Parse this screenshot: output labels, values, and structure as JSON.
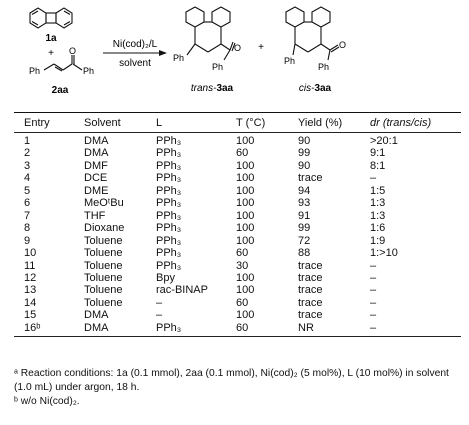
{
  "scheme": {
    "reactant1_label": "1a",
    "reactant2_label": "2aa",
    "plus_sign": "+",
    "catalyst_label": "Ni(cod)₂/L",
    "solvent_label": "solvent",
    "product_plus": "+",
    "trans_prefix": "trans-",
    "trans_label": "3aa",
    "cis_prefix": "cis-",
    "cis_label": "3aa",
    "ph": "Ph",
    "o": "O"
  },
  "table": {
    "headers": [
      "Entry",
      "Solvent",
      "L",
      "T (°C)",
      "Yield (%)",
      "dr (trans/cis)"
    ],
    "rows": [
      [
        "1",
        "DMA",
        "PPh₃",
        "100",
        "90",
        ">20:1"
      ],
      [
        "2",
        "DMA",
        "PPh₃",
        "60",
        "99",
        "9:1"
      ],
      [
        "3",
        "DMF",
        "PPh₃",
        "100",
        "90",
        "8:1"
      ],
      [
        "4",
        "DCE",
        "PPh₃",
        "100",
        "trace",
        "–"
      ],
      [
        "5",
        "DME",
        "PPh₃",
        "100",
        "94",
        "1:5"
      ],
      [
        "6",
        "MeOᵗBu",
        "PPh₃",
        "100",
        "93",
        "1:3"
      ],
      [
        "7",
        "THF",
        "PPh₃",
        "100",
        "91",
        "1:3"
      ],
      [
        "8",
        "Dioxane",
        "PPh₃",
        "100",
        "99",
        "1:6"
      ],
      [
        "9",
        "Toluene",
        "PPh₃",
        "100",
        "72",
        "1:9"
      ],
      [
        "10",
        "Toluene",
        "PPh₃",
        "60",
        "88",
        "1:>10"
      ],
      [
        "11",
        "Toluene",
        "PPh₃",
        "30",
        "trace",
        "–"
      ],
      [
        "12",
        "Toluene",
        "Bpy",
        "100",
        "trace",
        "–"
      ],
      [
        "13",
        "Toluene",
        "rac-BINAP",
        "100",
        "trace",
        "–"
      ],
      [
        "14",
        "Toluene",
        "–",
        "60",
        "trace",
        "–"
      ],
      [
        "15",
        "DMA",
        "–",
        "100",
        "trace",
        "–"
      ],
      [
        "16ᵇ",
        "DMA",
        "PPh₃",
        "60",
        "NR",
        "–"
      ]
    ]
  },
  "footnotes": {
    "a": "ᵃ Reaction conditions: 1a (0.1 mmol), 2aa (0.1 mmol), Ni(cod)₂ (5 mol%), L (10 mol%) in solvent (1.0 mL) under argon, 18 h.",
    "b": "ᵇ w/o Ni(cod)₂."
  }
}
